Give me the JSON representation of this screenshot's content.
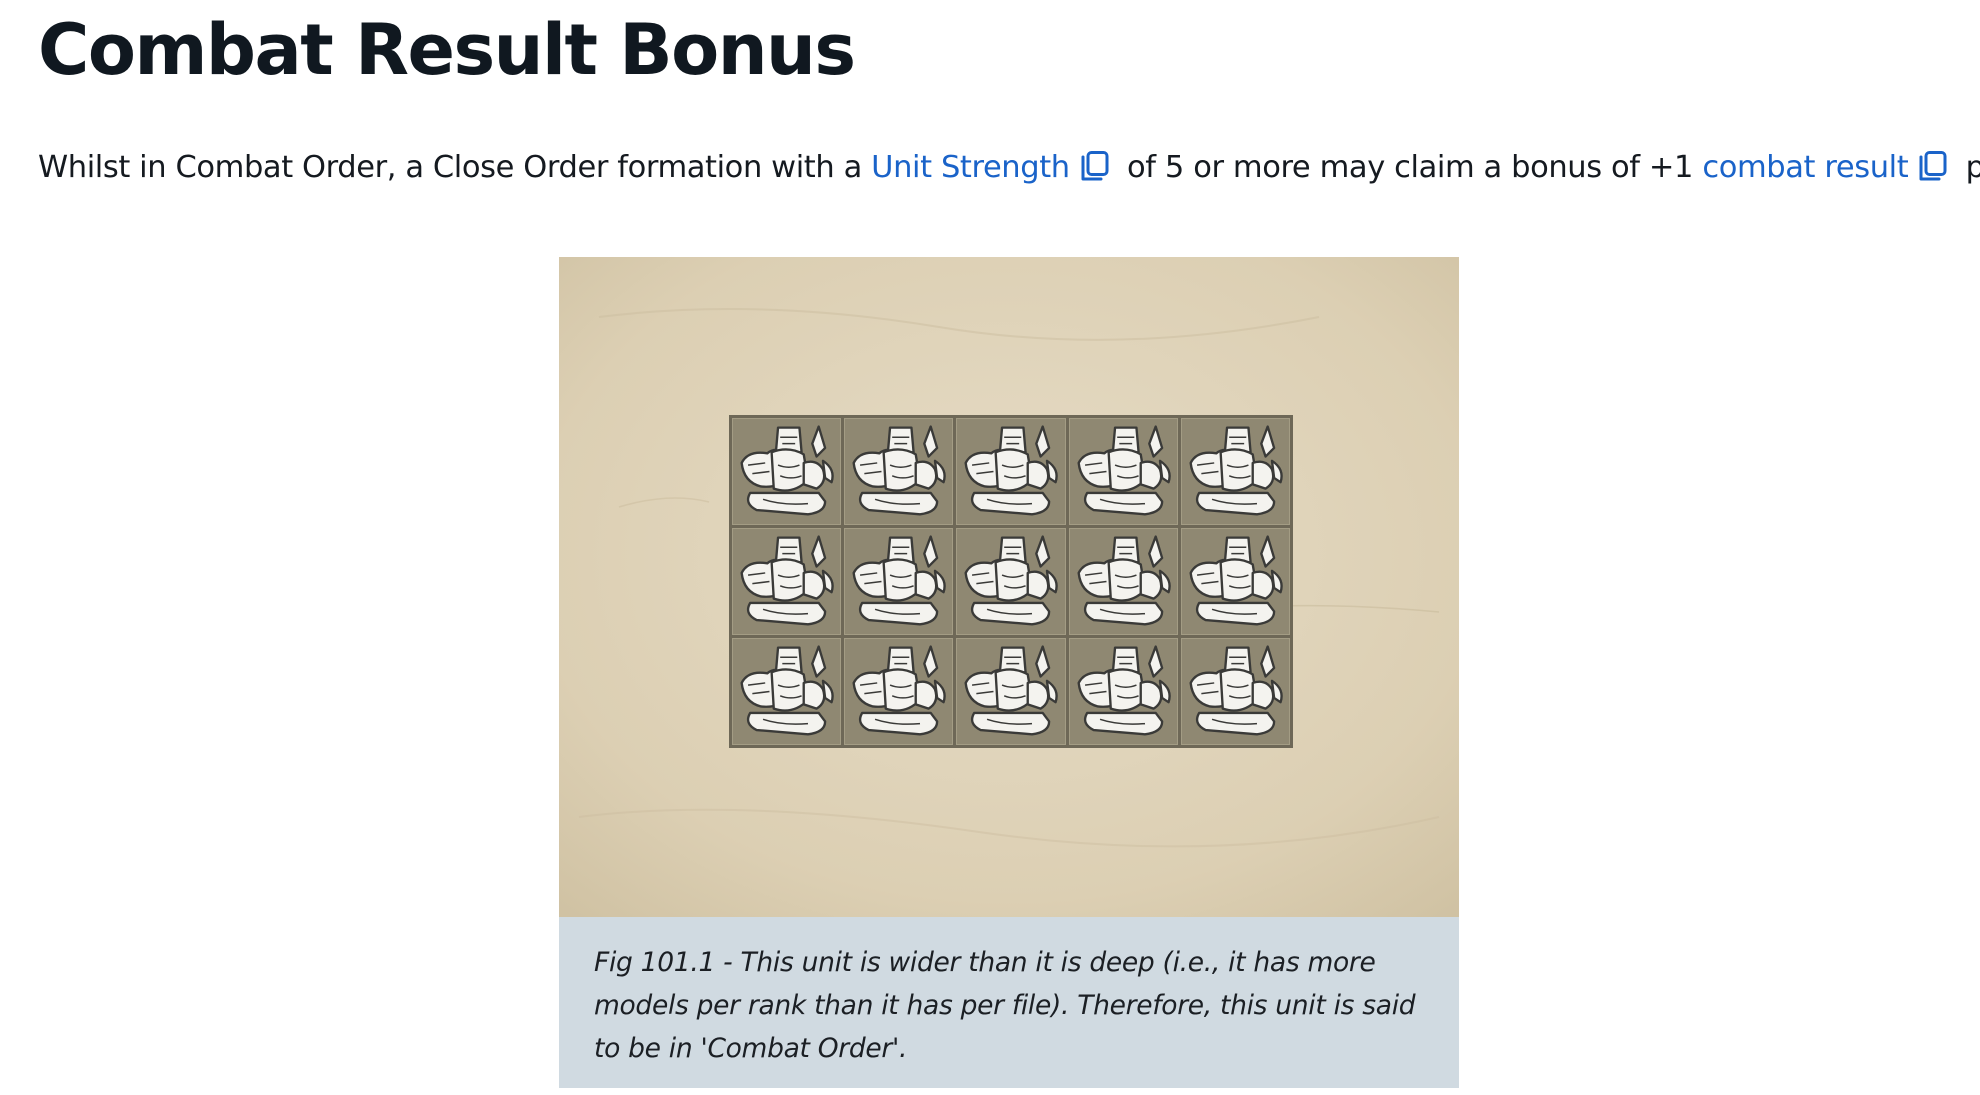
{
  "article": {
    "title": "Combat Result Bonus",
    "intro": {
      "text_before": "Whilst in Combat Order, a Close Order formation with a ",
      "link_unit_strength": "Unit Strength",
      "text_middle": " of 5 or more may claim a bonus of +1 ",
      "link_combat_result": "combat result",
      "text_after": " point."
    }
  },
  "figure": {
    "rows": 3,
    "columns": 5,
    "caption": "Fig 101.1 - This unit is wider than it is deep (i.e., it has more models per rank than it has per file). Therefore, this unit is said to be in 'Combat Order'."
  },
  "colors": {
    "link": "#1a63c9",
    "parchment": "#dfd3bb",
    "caption_bg": "#d0dae1",
    "base_fill": "#8f8872"
  },
  "icons": {
    "link_icon": "copy-icon",
    "model_icon": "cavalry-model-icon"
  }
}
